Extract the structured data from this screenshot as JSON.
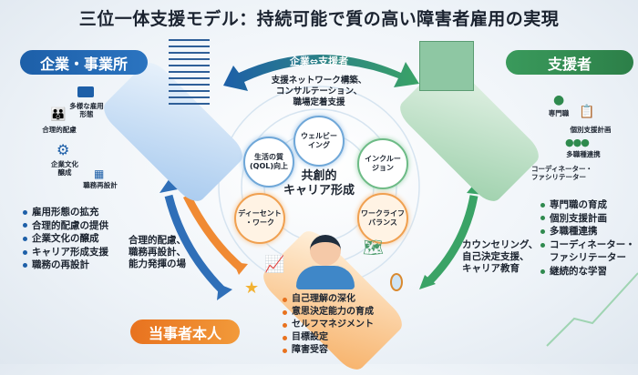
{
  "title": "三位一体支援モデル：持続可能で質の高い障害者雇用の実現",
  "company": {
    "banner": "企業・事業所",
    "icon_labels": [
      "多様な雇用形態",
      "合理的配慮",
      "企業文化醸成",
      "職務再設計"
    ],
    "bullets": [
      "雇用形態の拡充",
      "合理的配慮の提供",
      "企業文化の醸成",
      "キャリア形成支援",
      "職務の再設計"
    ],
    "link_text": [
      "合理的配慮、",
      "職務再設計、",
      "能力発揮の場"
    ]
  },
  "supporter": {
    "banner": "支援者",
    "icon_labels": [
      "専門職",
      "個別支援計画",
      "多職種連携",
      "コーディネーター・",
      "ファシリテーター"
    ],
    "bullets": [
      "専門職の育成",
      "個別支援計画",
      "多職種連携",
      "コーディネーター・ファシリテーター",
      "継続的な学習"
    ],
    "link_text": [
      "カウンセリング、",
      "自己決定支援、",
      "キャリア教育"
    ]
  },
  "center": {
    "arrow_label": "企業⇔支援者",
    "arrow_text": [
      "支援ネットワーク構築、",
      "コンサルテーション、",
      "職場定着支援"
    ],
    "core": [
      "共創的",
      "キャリア形成"
    ],
    "values": [
      {
        "lines": [
          "ウェルビー",
          "イング"
        ],
        "color": "blue"
      },
      {
        "lines": [
          "生活の質",
          "(QOL)向上"
        ],
        "color": "blue"
      },
      {
        "lines": [
          "インクルー",
          "ジョン"
        ],
        "color": "green"
      },
      {
        "lines": [
          "ディーセント",
          "・ワーク"
        ],
        "color": "orange"
      },
      {
        "lines": [
          "ワークライフ",
          "バランス"
        ],
        "color": "orange"
      }
    ]
  },
  "person": {
    "banner": "当事者本人",
    "bullets": [
      "自己理解の深化",
      "意思決定能力の育成",
      "セルフマネジメント",
      "目標設定",
      "障害受容"
    ]
  },
  "colors": {
    "blue": "#1d5fa8",
    "green": "#2f8a4e",
    "orange": "#e8721f"
  }
}
